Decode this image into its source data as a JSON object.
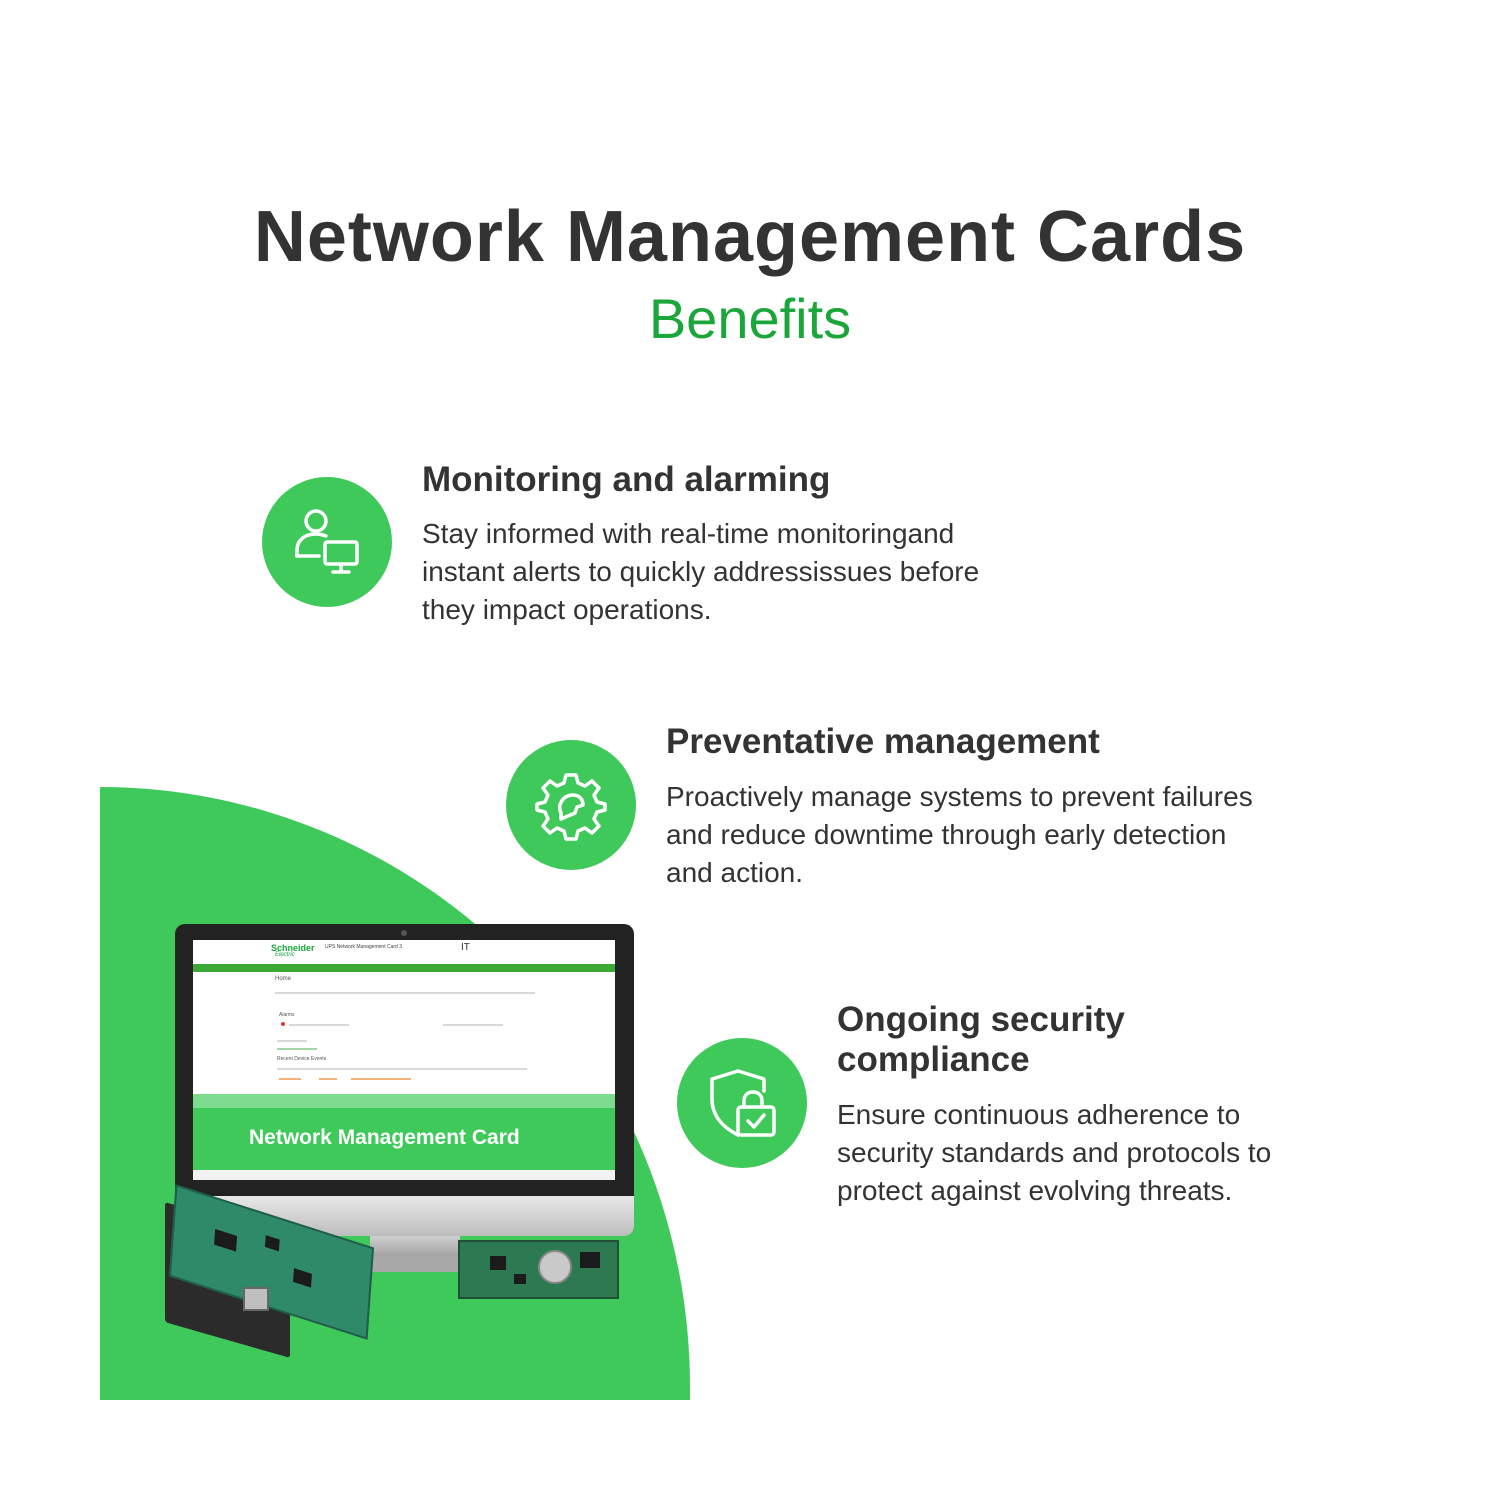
{
  "header": {
    "title": "Network Management Cards",
    "subtitle": "Benefits"
  },
  "benefits": [
    {
      "icon": "user-monitor-icon",
      "title": "Monitoring and alarming",
      "lines": [
        "Stay informed with real-time monitoringand",
        "instant alerts to quickly addressissues before",
        "they impact operations."
      ]
    },
    {
      "icon": "gear-wrench-icon",
      "title": "Preventative management",
      "lines": [
        "Proactively manage systems to prevent failures",
        "and reduce downtime through early detection",
        "and action."
      ]
    },
    {
      "icon": "shield-lock-check-icon",
      "title_lines": [
        "Ongoing security",
        "compliance"
      ],
      "lines": [
        "Ensure continuous adherence to",
        "security standards and protocols to",
        "protect against evolving threats."
      ]
    }
  ],
  "screen": {
    "overlay_label": "Network Management Card",
    "brand_name": "Schneider",
    "brand_sub": "Electric",
    "app_title": "UPS Network Management Card 3",
    "product": "IT",
    "page_heading": "Home",
    "alarms_label": "Alarms",
    "recent_events_label": "Recent Device Events"
  },
  "colors": {
    "accent_green": "#3fc95a",
    "subtitle_green": "#1ba63b",
    "text_dark": "#333333"
  }
}
